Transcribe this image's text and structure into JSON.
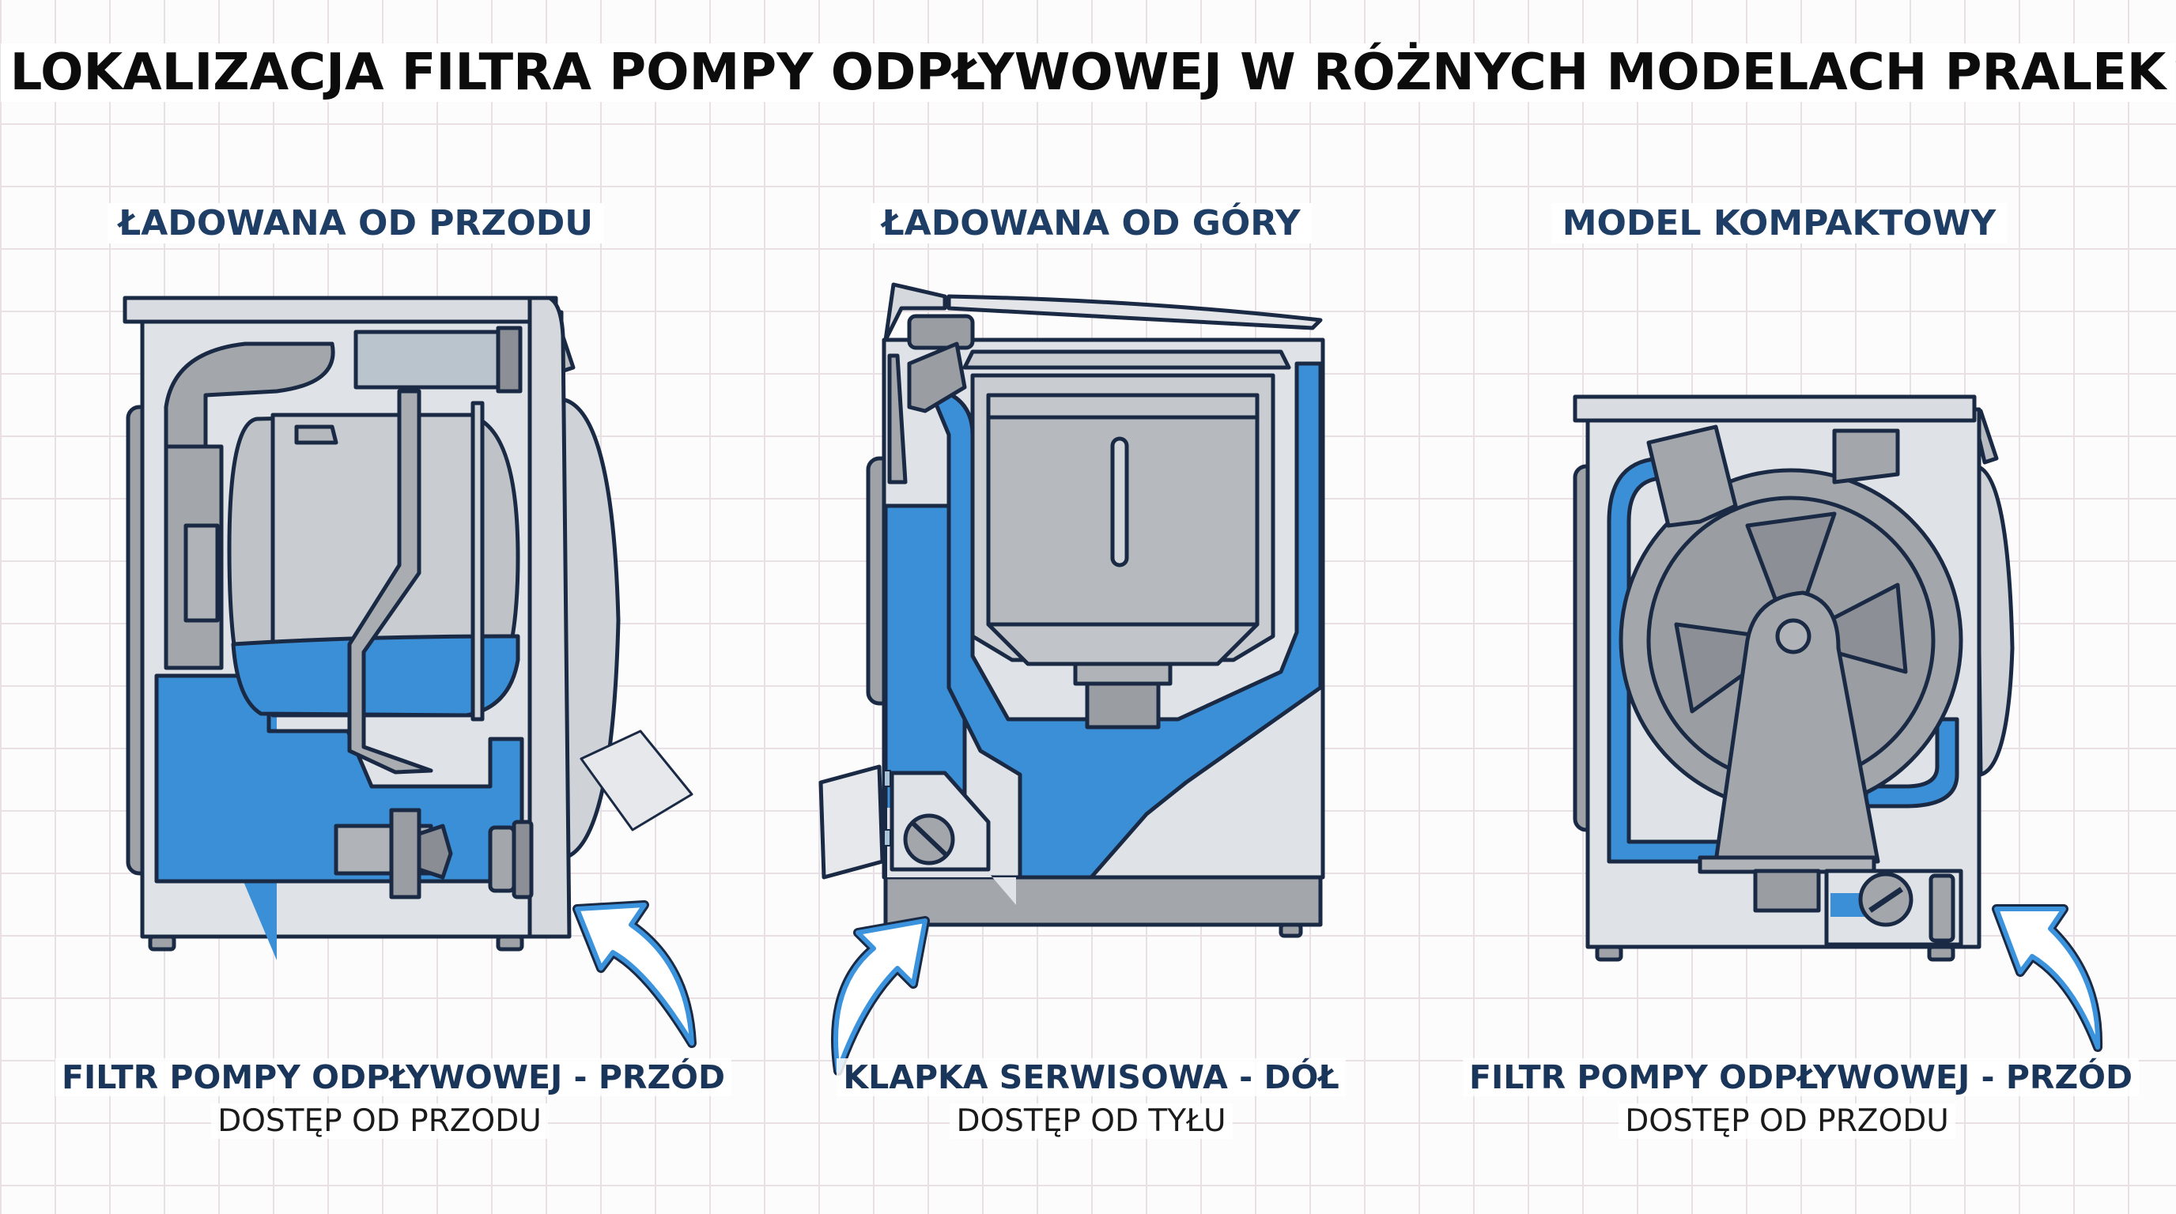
{
  "title": "LOKALIZACJA FILTRA POMPY ODPŁYWOWEJ W RÓŻNYCH MODELACH PRALEK",
  "colors": {
    "title": "#0c0c0c",
    "heading": "#1e3e66",
    "water_blue": "#3b8fd6",
    "arrow_blue": "#3a93dc",
    "outline": "#1a2a44",
    "body_light": "#dfe2e6",
    "part_gray": "#a3a6aa",
    "grid": "#e9e0e5"
  },
  "sections": [
    {
      "heading": "ŁADOWANA OD PRZODU",
      "illustration": "front-load-washer-cutaway",
      "arrow_icon": "curved-arrow-up-left",
      "caption_main": "FILTR POMPY ODPŁYWOWEJ - PRZÓD",
      "caption_sub": "DOSTĘP OD PRZODU"
    },
    {
      "heading": "ŁADOWANA OD GÓRY",
      "illustration": "top-load-washer-cutaway",
      "arrow_icon": "curved-arrow-up-right",
      "caption_main": "KLAPKA SERWISOWA - DÓŁ",
      "caption_sub": "DOSTĘP OD TYŁU"
    },
    {
      "heading": "MODEL KOMPAKTOWY",
      "illustration": "compact-washer-cutaway",
      "arrow_icon": "curved-arrow-up-left",
      "caption_main": "FILTR POMPY ODPŁYWOWEJ - PRZÓD",
      "caption_sub": "DOSTĘP OD PRZODU"
    }
  ]
}
